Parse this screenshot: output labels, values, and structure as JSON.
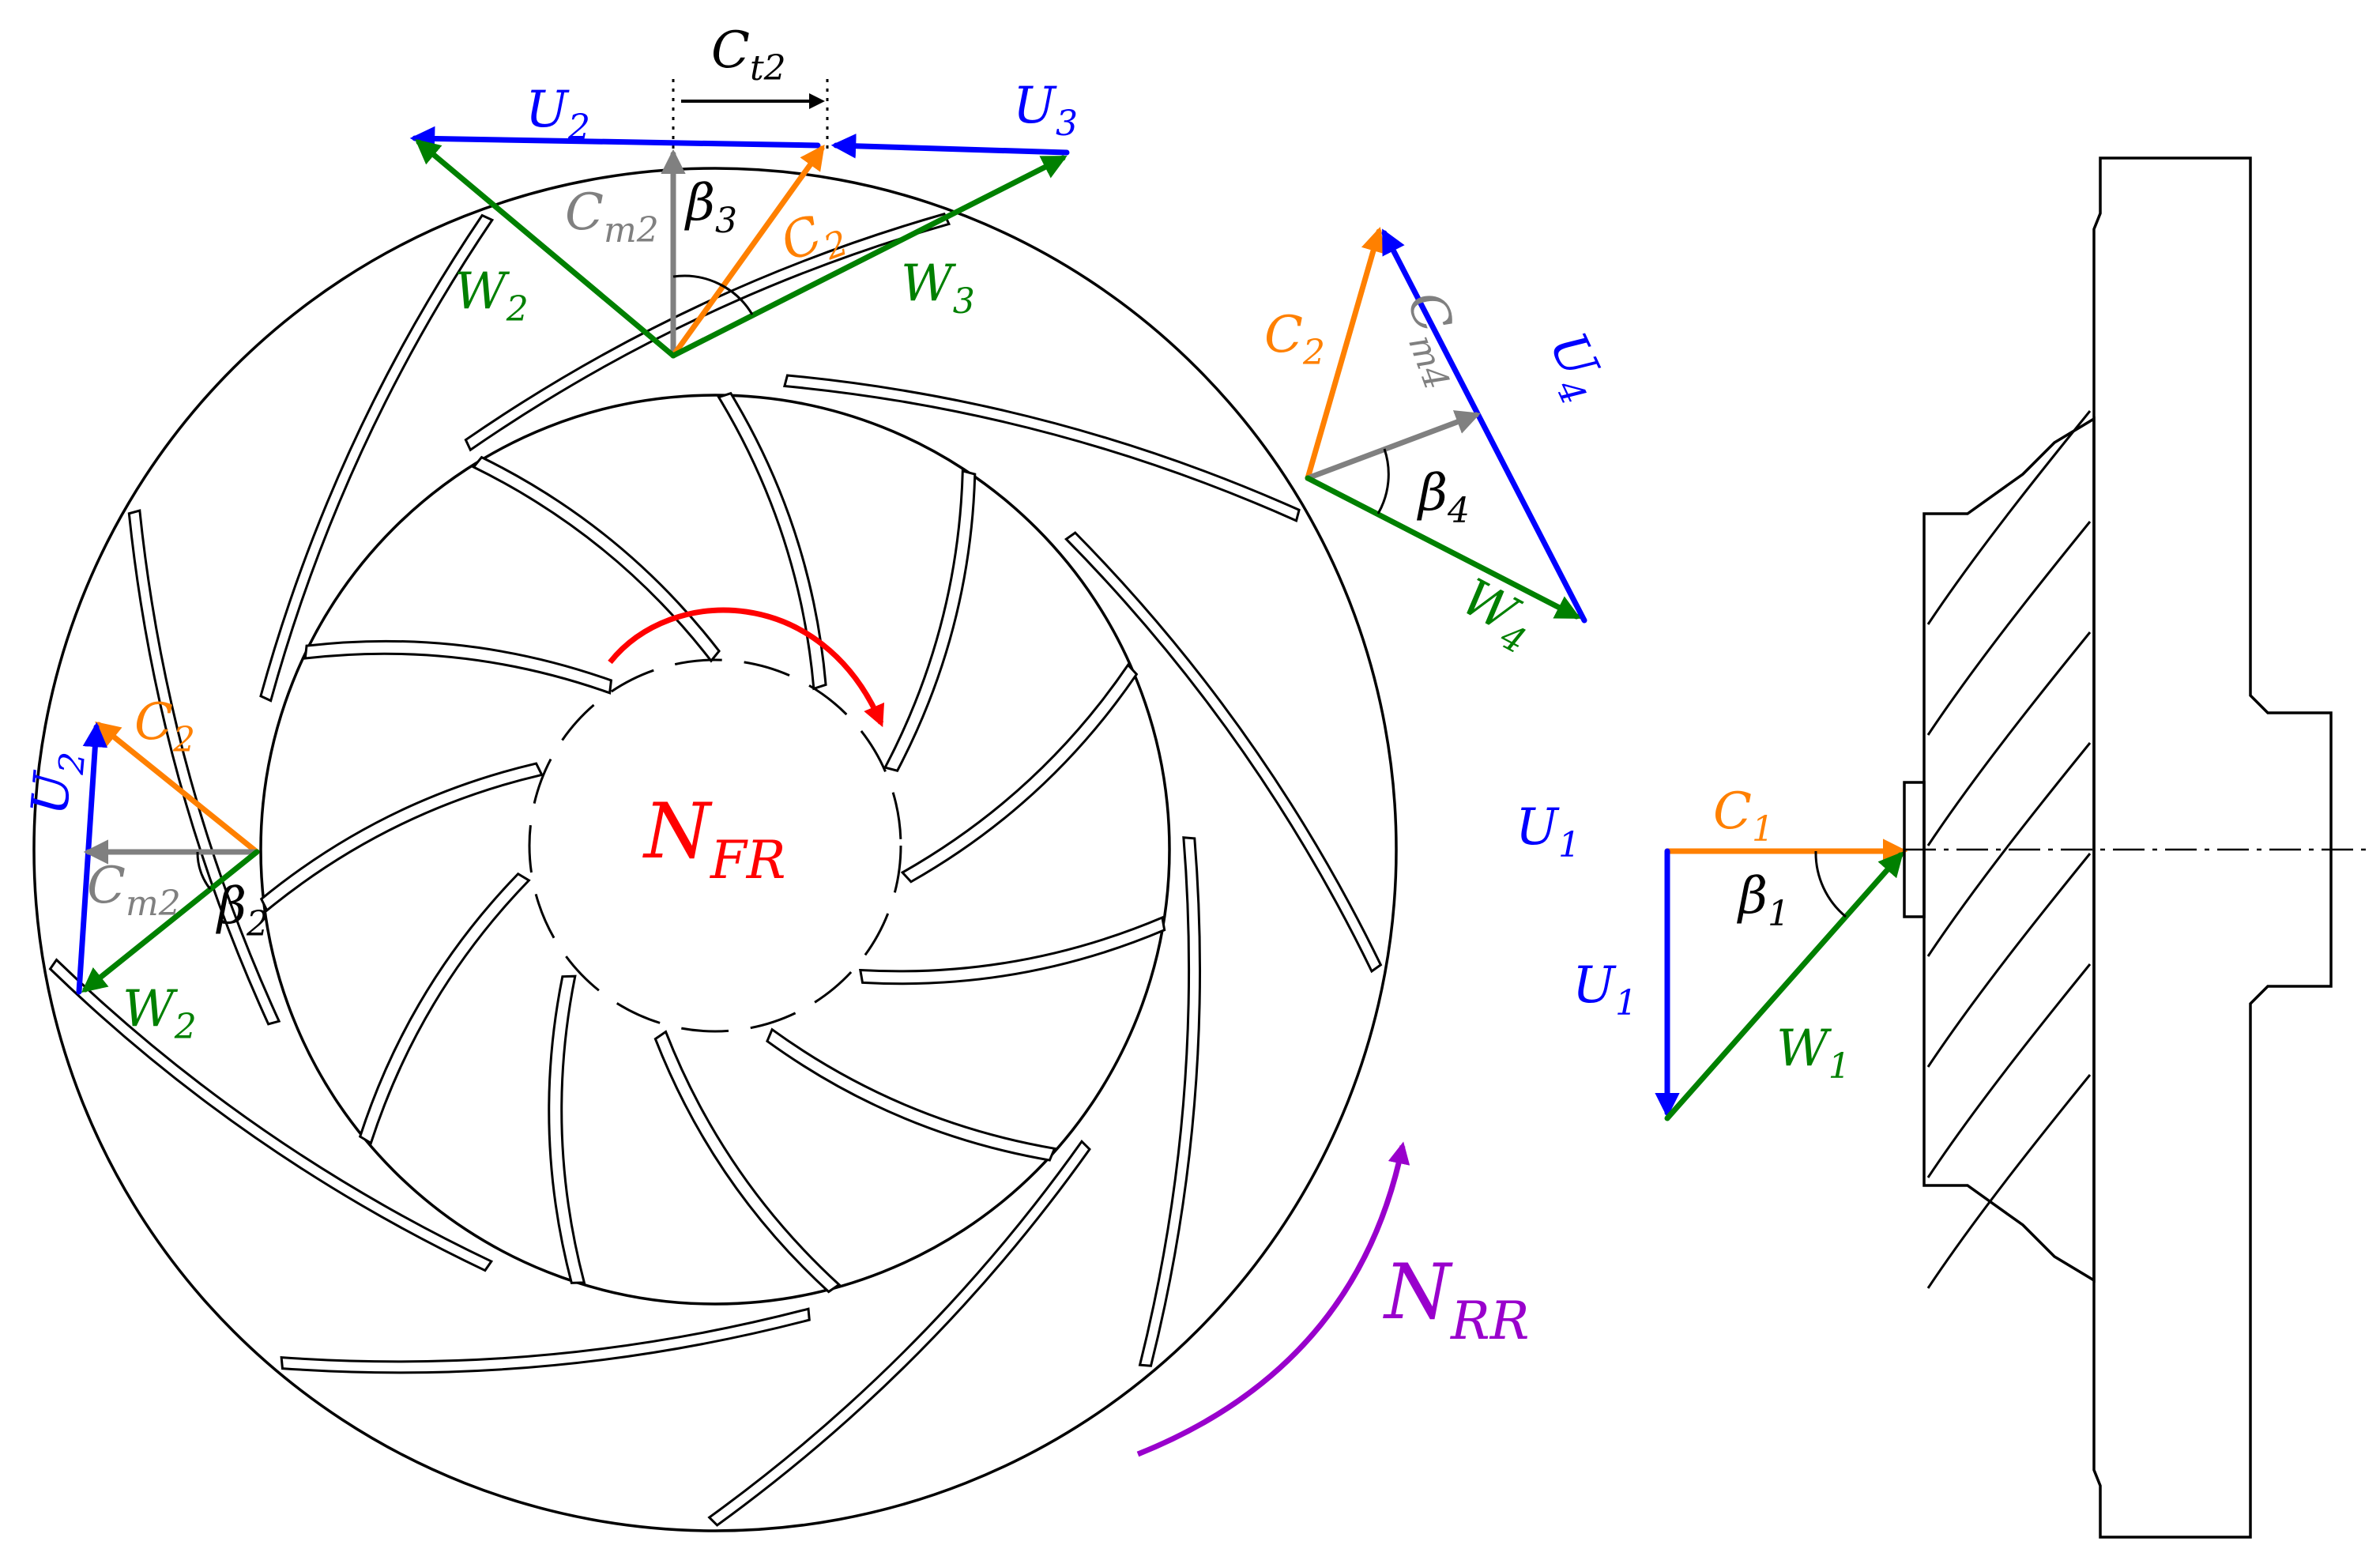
{
  "colors": {
    "U": "#0000ff",
    "C": "#ff8000",
    "W": "#008000",
    "Cm": "#808080",
    "NFR": "#ff0000",
    "NRR": "#9900cc",
    "outline": "#000000"
  },
  "labels": {
    "top": {
      "U2": {
        "base": "U",
        "sub": "2"
      },
      "U3": {
        "base": "U",
        "sub": "3"
      },
      "Ct2": {
        "base": "C",
        "sub": "t2"
      },
      "Cm2": {
        "base": "C",
        "sub": "m2"
      },
      "beta3": {
        "base": "β",
        "sub": "3"
      },
      "C2": {
        "base": "C",
        "sub": "2"
      },
      "W2": {
        "base": "W",
        "sub": "2"
      },
      "W3": {
        "base": "W",
        "sub": "3"
      }
    },
    "right": {
      "C2": {
        "base": "C",
        "sub": "2"
      },
      "Cm4": {
        "base": "C",
        "sub": "m4"
      },
      "U4": {
        "base": "U",
        "sub": "4"
      },
      "beta4": {
        "base": "β",
        "sub": "4"
      },
      "W4": {
        "base": "W",
        "sub": "4"
      }
    },
    "left": {
      "U2": {
        "base": "U",
        "sub": "2"
      },
      "C2": {
        "base": "C",
        "sub": "2"
      },
      "Cm2": {
        "base": "C",
        "sub": "m2"
      },
      "beta2": {
        "base": "β",
        "sub": "2"
      },
      "W2": {
        "base": "W",
        "sub": "2"
      }
    },
    "inlet": {
      "U1_top": {
        "base": "U",
        "sub": "1"
      },
      "C1": {
        "base": "C",
        "sub": "1"
      },
      "beta1": {
        "base": "β",
        "sub": "1"
      },
      "U1": {
        "base": "U",
        "sub": "1"
      },
      "W1": {
        "base": "W",
        "sub": "1"
      }
    },
    "NFR": {
      "base": "N",
      "sub": "FR"
    },
    "NRR": {
      "base": "N",
      "sub": "RR"
    }
  },
  "geometry": {
    "front_rotor_blades": 11,
    "rear_rotor_blades": 9
  }
}
